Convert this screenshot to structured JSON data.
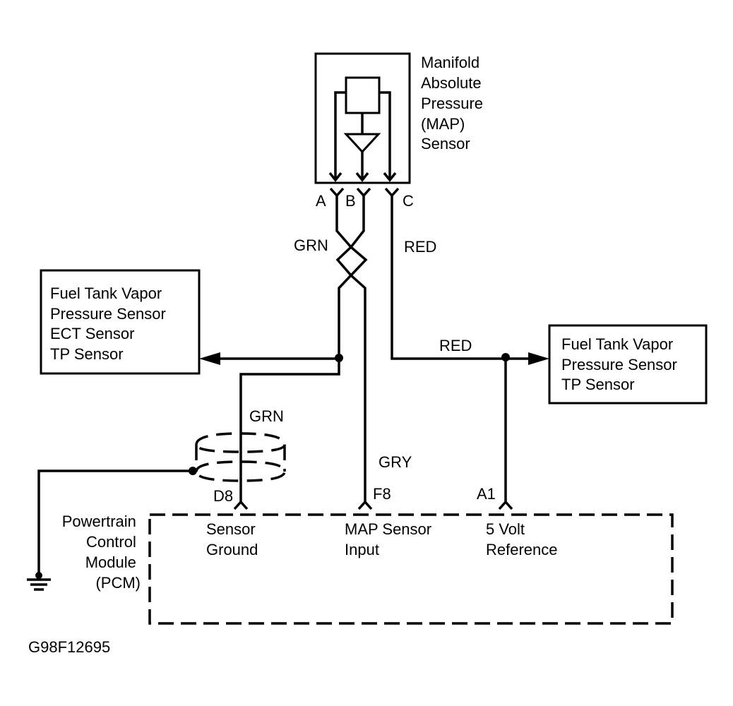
{
  "diagram": {
    "figure_id": "G98F12695",
    "map_sensor": {
      "label_lines": [
        "Manifold",
        "Absolute",
        "Pressure",
        "(MAP)",
        "Sensor"
      ],
      "terminals": [
        "A",
        "B",
        "C"
      ]
    },
    "left_component": {
      "label_lines": [
        "Fuel Tank  Vapor",
        "Pressure Sensor",
        "ECT Sensor",
        "TP Sensor"
      ]
    },
    "right_component": {
      "label_lines": [
        "Fuel Tank Vapor",
        "Pressure Sensor",
        "TP Sensor"
      ]
    },
    "wire_colors": {
      "twisted_pair": "GRN",
      "ref_upper": "RED",
      "ref_lower": "RED",
      "shielded_ground": "GRN",
      "signal": "GRY"
    },
    "pcm": {
      "label_lines": [
        "Powertrain",
        "Control",
        "Module",
        "(PCM)"
      ],
      "pins": [
        {
          "id": "D8",
          "function_lines": [
            "Sensor",
            "Ground"
          ]
        },
        {
          "id": "F8",
          "function_lines": [
            "MAP Sensor",
            "Input"
          ]
        },
        {
          "id": "A1",
          "function_lines": [
            "5 Volt",
            "Reference"
          ]
        }
      ]
    }
  }
}
